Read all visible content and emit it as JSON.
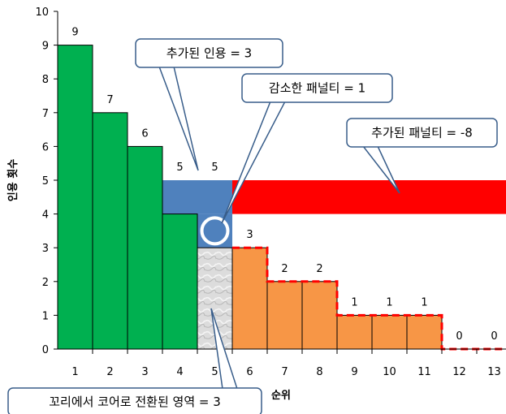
{
  "chart_data": {
    "type": "bar",
    "xlabel": "순위",
    "ylabel": "인용 횟수",
    "ylim": [
      0,
      10
    ],
    "yticks": [
      0,
      1,
      2,
      3,
      4,
      5,
      6,
      7,
      8,
      9,
      10
    ],
    "grid": false,
    "categories": [
      "1",
      "2",
      "3",
      "4",
      "5",
      "6",
      "7",
      "8",
      "9",
      "10",
      "11",
      "12",
      "13"
    ],
    "values": [
      9,
      7,
      6,
      5,
      5,
      3,
      2,
      2,
      1,
      1,
      1,
      0,
      0
    ],
    "core_values": [
      9,
      7,
      6,
      4
    ],
    "tail_values": [
      3,
      2,
      2,
      1,
      1,
      1,
      0,
      0
    ],
    "colors": {
      "core": "#00b050",
      "tail": "#f79646",
      "added_citations": "#4f81bd",
      "penalty": "#ff0000",
      "converted": "#d9d9d9",
      "dashed_outline": "#ff0000"
    },
    "annotations": {
      "added_citations": "추가된 인용 = 3",
      "reduced_penalty": "감소한 패널티 = 1",
      "added_penalty": "추가된 패널티 = -8",
      "converted_region": "꼬리에서 코어로 전환된 영역 = 3"
    }
  }
}
